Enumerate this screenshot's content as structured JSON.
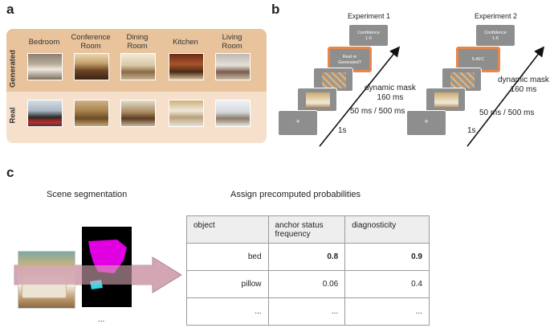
{
  "panels": {
    "a": "a",
    "b": "b",
    "c": "c"
  },
  "panel_a": {
    "columns": [
      "Bedroom",
      "Conference\nRoom",
      "Dining\nRoom",
      "Kitchen",
      "Living\nRoom"
    ],
    "rows": [
      "Generated",
      "Real"
    ],
    "colors": {
      "generated_band": "#e8c39c",
      "real_band": "#f6e0cb"
    }
  },
  "panel_b": {
    "experiment1": {
      "title": "Experiment 1",
      "confidence_card": "Confidence\n1-6",
      "question_card": "Real or\nGenerated?",
      "fixation": "+",
      "mask_label": "dynamic mask\n160 ms",
      "stim_label": "50 ms / 500 ms",
      "fix_label": "1s"
    },
    "experiment2": {
      "title": "Experiment 2",
      "confidence_card": "Confidence\n1-6",
      "question_card": "5 AFC",
      "fixation": "+",
      "mask_label": "dynamic mask\n160 ms",
      "stim_label": "50 ms / 500 ms",
      "fix_label": "1s"
    },
    "colors": {
      "card": "#8e8e8e",
      "highlight": "#e9864a"
    }
  },
  "panel_c": {
    "seg_title": "Scene segmentation",
    "assign_title": "Assign precomputed probabilities",
    "ellipsis": "...",
    "table": {
      "headers": [
        "object",
        "anchor status\nfrequency",
        "diagnosticity"
      ],
      "rows": [
        [
          "bed",
          "0.8",
          "0.9"
        ],
        [
          "pillow",
          "0.06",
          "0.4"
        ],
        [
          "...",
          "...",
          "..."
        ]
      ]
    },
    "colors": {
      "arrow": "#d4a6b4",
      "segment_bed": "#e100e1",
      "segment_pillow": "#2fd9e6"
    }
  }
}
